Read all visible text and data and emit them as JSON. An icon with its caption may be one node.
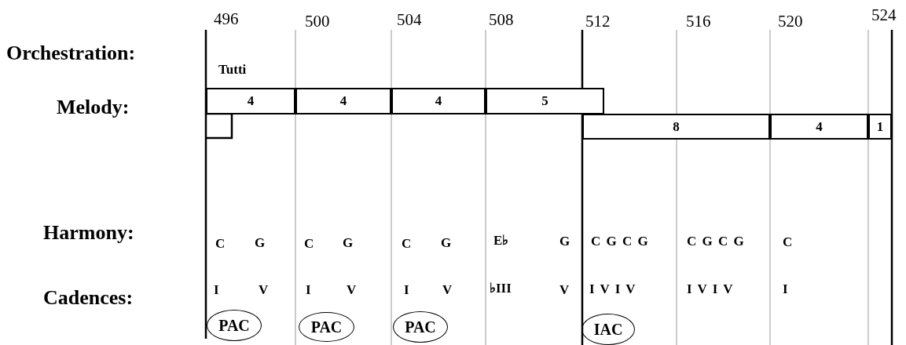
{
  "diagram": {
    "nodes": [
      {
        "text": [
          "4"
        ]
      },
      {
        "text": [
          "4"
        ]
      },
      {
        "text": [
          "4"
        ]
      },
      {
        "text": [
          "5"
        ]
      },
      {
        "text": [
          "8"
        ]
      },
      {
        "text": [
          "4"
        ]
      },
      {
        "text": [
          "1"
        ]
      },
      {
        "text": [
          "PAC"
        ]
      },
      {
        "text": [
          "PAC"
        ]
      },
      {
        "text": [
          "PAC"
        ]
      },
      {
        "text": [
          "IAC"
        ]
      }
    ],
    "labels": [
      "496",
      "500",
      "504",
      "508",
      "512",
      "516",
      "520",
      "524",
      "Orchestration:",
      "Tutti",
      "Melody:",
      "Harmony:",
      "C",
      "G",
      "C",
      "G",
      "C",
      "G",
      "E♭",
      "G",
      "C G C G",
      "C G C G",
      "C",
      "Cadences:",
      "I",
      "V",
      "I",
      "V",
      "I",
      "V",
      "♭III",
      "V",
      "I V I V",
      "I V I V",
      "I"
    ]
  }
}
